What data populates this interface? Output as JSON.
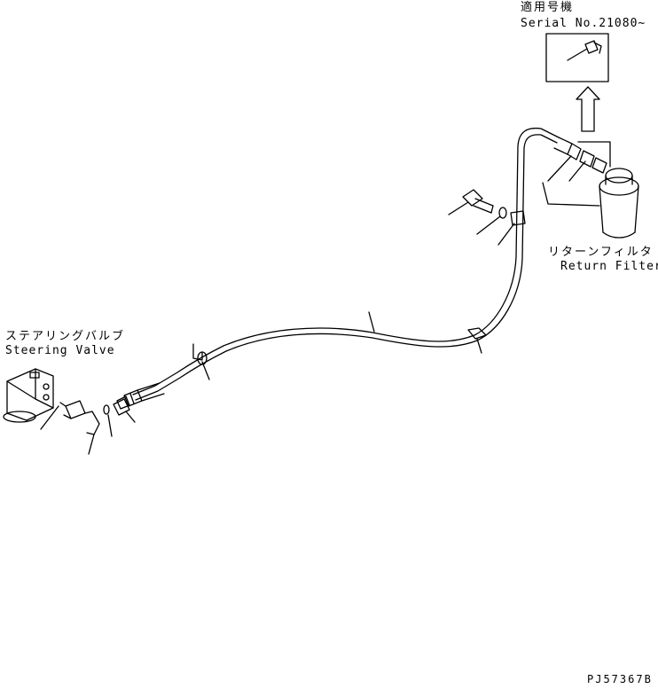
{
  "labels": {
    "serial_ja": "適用号機",
    "serial_en": "Serial No.21080~",
    "return_filter_ja": "リターンフィルタ",
    "return_filter_en": "Return Filter",
    "steering_valve_ja": "ステアリングバルブ",
    "steering_valve_en": "Steering Valve",
    "drawing_code": "PJ57367B"
  },
  "colors": {
    "line": "#000000",
    "background": "#ffffff"
  }
}
